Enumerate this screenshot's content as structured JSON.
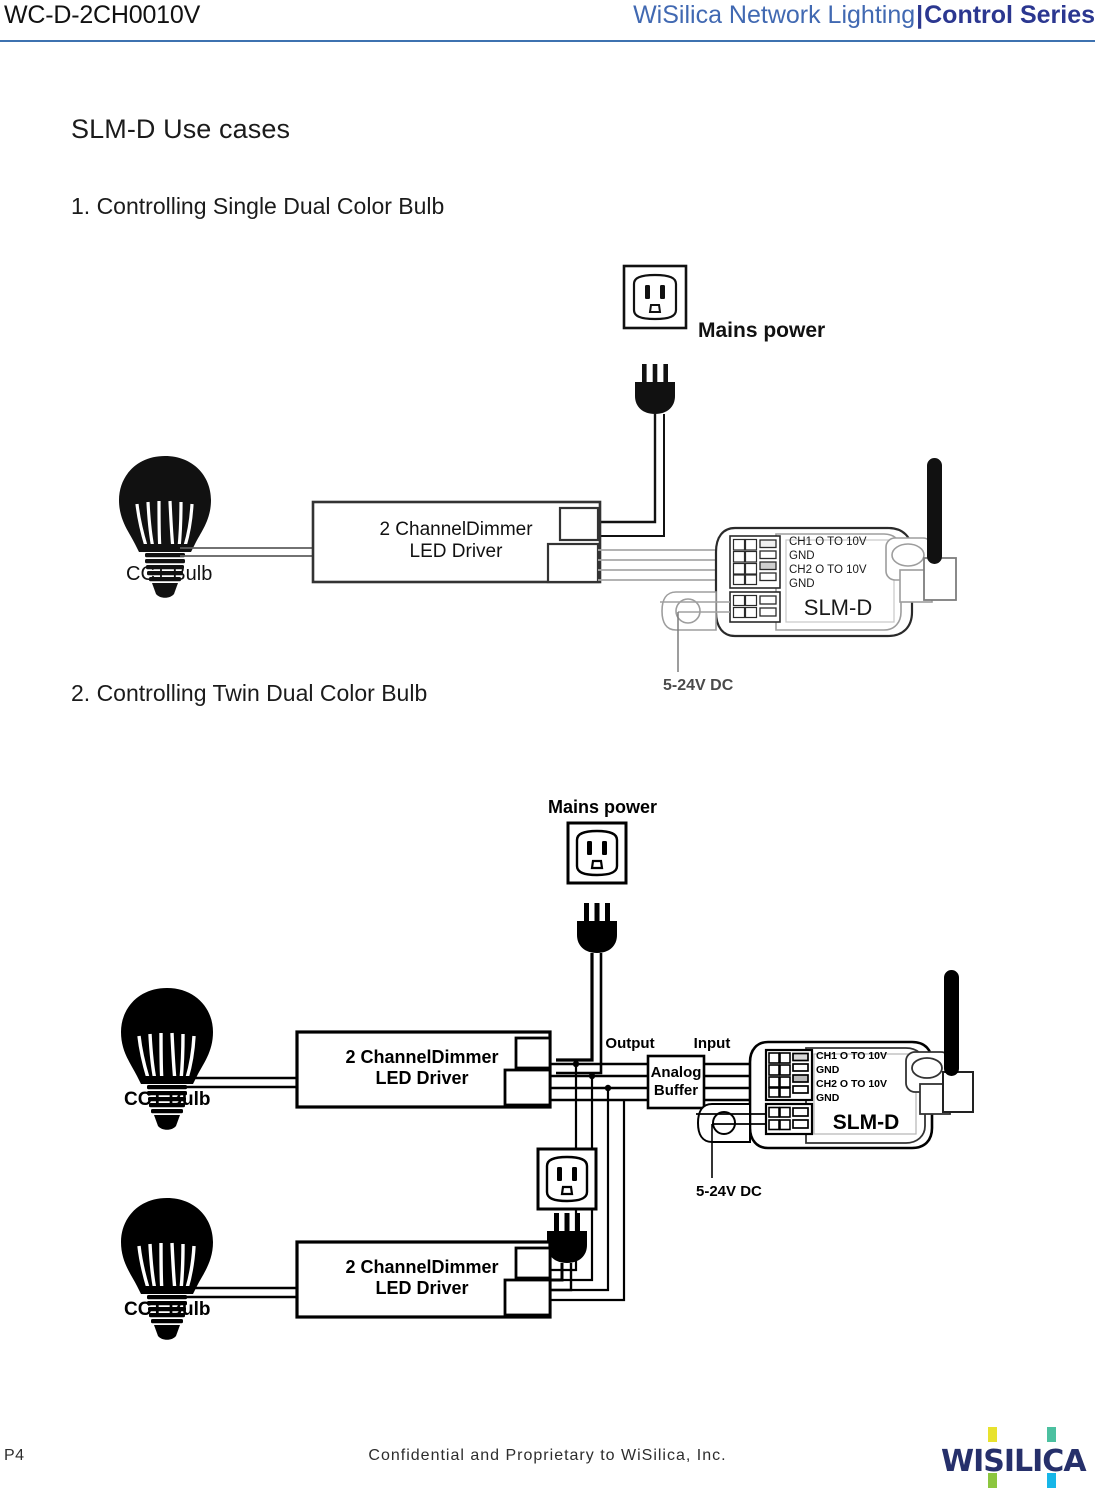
{
  "header": {
    "doc_code": "WC-D-2CH0010V",
    "brand": "WiSilica Network Lighting",
    "separator": "|",
    "series": "Control Series"
  },
  "page": {
    "title": "SLM-D Use cases",
    "section_1_heading": "1. Controlling Single Dual Color Bulb",
    "section_2_heading": "2. Controlling Twin Dual Color Bulb"
  },
  "footer": {
    "page_number": "P4",
    "confidentiality": "Confidential and Proprietary to WiSilica, Inc.",
    "logo_text": "WISILICA"
  },
  "colors": {
    "header_blue": "#3a55a5",
    "series_blue": "#2b3790",
    "rule_blue": "#3e72b0",
    "logo_navy": "#26306b",
    "tick_yellow": "#e8e22e",
    "tick_teal": "#4cc0a0",
    "tick_green": "#8cc63f",
    "tick_cyan": "#17b6e8",
    "diagram_line": "#1a1a1a",
    "wire_gray": "#9a9a9a"
  },
  "diagram_1": {
    "name": "Controlling Single Dual Color Bulb wiring diagram",
    "labels": {
      "mains_power": "Mains power",
      "cct_bulb": "CCT Bulb",
      "driver_line_1": "2 ChannelDimmer",
      "driver_line_2": "LED Driver",
      "slmd_name": "SLM-D",
      "terminal_ch1": "CH1 O TO 10V",
      "terminal_gnd_1": "GND",
      "terminal_ch2": "CH2 O TO 10V",
      "terminal_gnd_2": "GND",
      "dc_supply": "5-24V DC"
    }
  },
  "diagram_2": {
    "name": "Controlling Twin Dual Color Bulb wiring diagram",
    "labels": {
      "mains_power": "Mains power",
      "cct_bulb_top": "CCT Bulb",
      "cct_bulb_bottom": "CCT Bulb",
      "driver_top_line_1": "2 ChannelDimmer",
      "driver_top_line_2": "LED Driver",
      "driver_bottom_line_1": "2 ChannelDimmer",
      "driver_bottom_line_2": "LED Driver",
      "buffer_line_1": "Analog",
      "buffer_line_2": "Buffer",
      "buffer_output": "Output",
      "buffer_input": "Input",
      "slmd_name": "SLM-D",
      "terminal_ch1": "CH1 O TO 10V",
      "terminal_gnd_1": "GND",
      "terminal_ch2": "CH2 O TO 10V",
      "terminal_gnd_2": "GND",
      "dc_supply": "5-24V DC"
    }
  }
}
